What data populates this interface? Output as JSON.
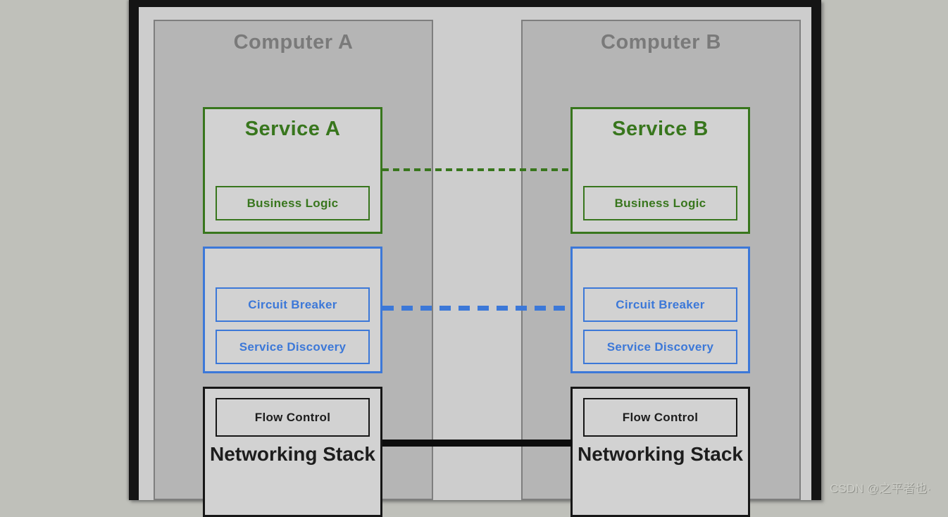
{
  "watermark": "CSDN @之平者也·",
  "colors": {
    "green": "#38761d",
    "blue": "#3c78d8",
    "line_black": "#0d0d0d",
    "computer_fill": "#b5b5b5",
    "computer_border": "#7e7e7e",
    "panel_fill": "#d2d2d2",
    "canvas": "#cdcdcd",
    "frame": "#141414",
    "outer_bg": "#bfc0ba",
    "title_gray": "#7a7a7a"
  },
  "diagram": {
    "computers": [
      {
        "title": "Computer A",
        "service": {
          "title": "Service A",
          "component": "Business Logic"
        },
        "middleware": {
          "components": [
            "Circuit Breaker",
            "Service Discovery"
          ]
        },
        "network": {
          "component": "Flow Control",
          "label": "Networking Stack"
        }
      },
      {
        "title": "Computer B",
        "service": {
          "title": "Service B",
          "component": "Business Logic"
        },
        "middleware": {
          "components": [
            "Circuit Breaker",
            "Service Discovery"
          ]
        },
        "network": {
          "component": "Flow Control",
          "label": "Networking Stack"
        }
      }
    ],
    "connectors": [
      {
        "name": "service-link",
        "style": "dashed",
        "color": "#38761d"
      },
      {
        "name": "middleware-link",
        "style": "dashed",
        "color": "#3c78d8"
      },
      {
        "name": "network-link",
        "style": "solid",
        "color": "#0d0d0d"
      }
    ]
  }
}
